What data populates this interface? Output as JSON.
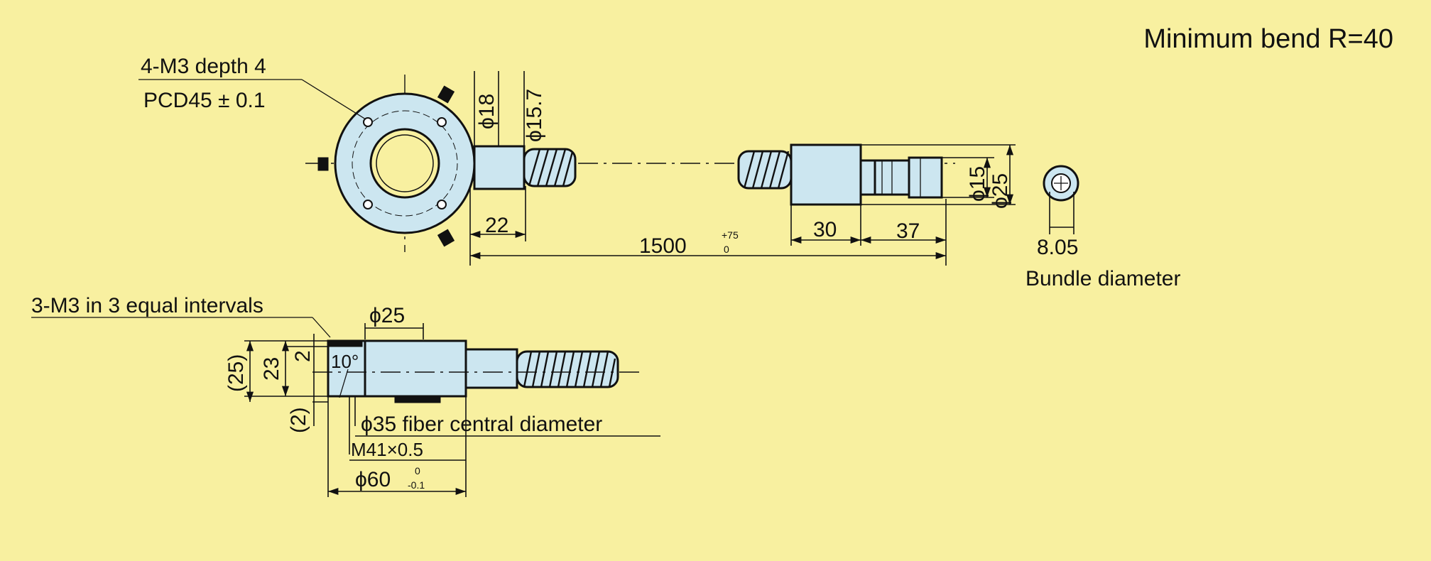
{
  "drawing": {
    "min_bend": "Minimum bend R=40",
    "top_view": {
      "holes_note": "4-M3 depth 4",
      "pcd_note": "PCD45 ± 0.1",
      "phi18": "ϕ18",
      "phi15_7": "ϕ15.7",
      "dim_22": "22",
      "length_main": "1500",
      "length_tol_upper": "+75",
      "length_tol_lower": "0",
      "dim_30": "30",
      "dim_37": "37",
      "phi15": "ϕ15",
      "phi25": "ϕ25"
    },
    "end_view": {
      "bundle_value": "8.05",
      "bundle_label": "Bundle diameter"
    },
    "side_view": {
      "screws_note": "3-M3 in 3 equal intervals",
      "phi25": "ϕ25",
      "dim_25": "(25)",
      "dim_23": "23",
      "dim_2": "2",
      "dim_2b": "(2)",
      "angle": "10°",
      "fiber_center": "ϕ35 fiber central diameter",
      "thread": "M41×0.5",
      "phi60": "ϕ60",
      "phi60_tol_upper": "0",
      "phi60_tol_lower": "-0.1"
    }
  },
  "colors": {
    "background": "#f8f0a0",
    "part_fill": "#cce6f0",
    "line": "#111111"
  }
}
